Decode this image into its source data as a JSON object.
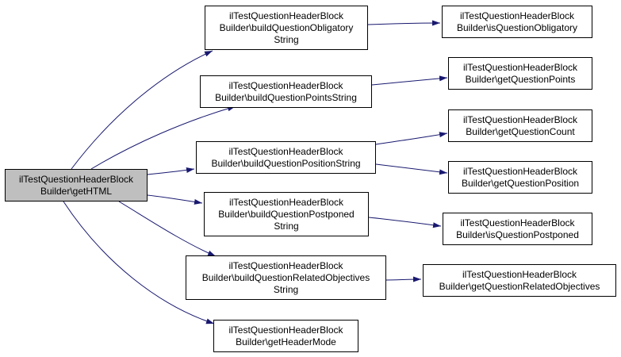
{
  "colors": {
    "edge": "#191970",
    "node_border": "#000000",
    "root_fill": "#bfbfbf",
    "node_fill": "#ffffff"
  },
  "nodes": {
    "root": "ilTestQuestionHeaderBlock\nBuilder\\getHTML",
    "obligatory_string": "ilTestQuestionHeaderBlock\nBuilder\\buildQuestionObligatory\nString",
    "points_string": "ilTestQuestionHeaderBlock\nBuilder\\buildQuestionPointsString",
    "position_string": "ilTestQuestionHeaderBlock\nBuilder\\buildQuestionPositionString",
    "postponed_string": "ilTestQuestionHeaderBlock\nBuilder\\buildQuestionPostponed\nString",
    "related_objectives_string": "ilTestQuestionHeaderBlock\nBuilder\\buildQuestionRelatedObjectives\nString",
    "header_mode": "ilTestQuestionHeaderBlock\nBuilder\\getHeaderMode",
    "is_obligatory": "ilTestQuestionHeaderBlock\nBuilder\\isQuestionObligatory",
    "get_points": "ilTestQuestionHeaderBlock\nBuilder\\getQuestionPoints",
    "get_count": "ilTestQuestionHeaderBlock\nBuilder\\getQuestionCount",
    "get_position": "ilTestQuestionHeaderBlock\nBuilder\\getQuestionPosition",
    "is_postponed": "ilTestQuestionHeaderBlock\nBuilder\\isQuestionPostponed",
    "get_related_objectives": "ilTestQuestionHeaderBlock\nBuilder\\getQuestionRelatedObjectives"
  },
  "edges": [
    {
      "from": "root",
      "to": "obligatory_string"
    },
    {
      "from": "root",
      "to": "points_string"
    },
    {
      "from": "root",
      "to": "position_string"
    },
    {
      "from": "root",
      "to": "postponed_string"
    },
    {
      "from": "root",
      "to": "related_objectives_string"
    },
    {
      "from": "root",
      "to": "header_mode"
    },
    {
      "from": "obligatory_string",
      "to": "is_obligatory"
    },
    {
      "from": "points_string",
      "to": "get_points"
    },
    {
      "from": "position_string",
      "to": "get_count"
    },
    {
      "from": "position_string",
      "to": "get_position"
    },
    {
      "from": "postponed_string",
      "to": "is_postponed"
    },
    {
      "from": "related_objectives_string",
      "to": "get_related_objectives"
    }
  ]
}
